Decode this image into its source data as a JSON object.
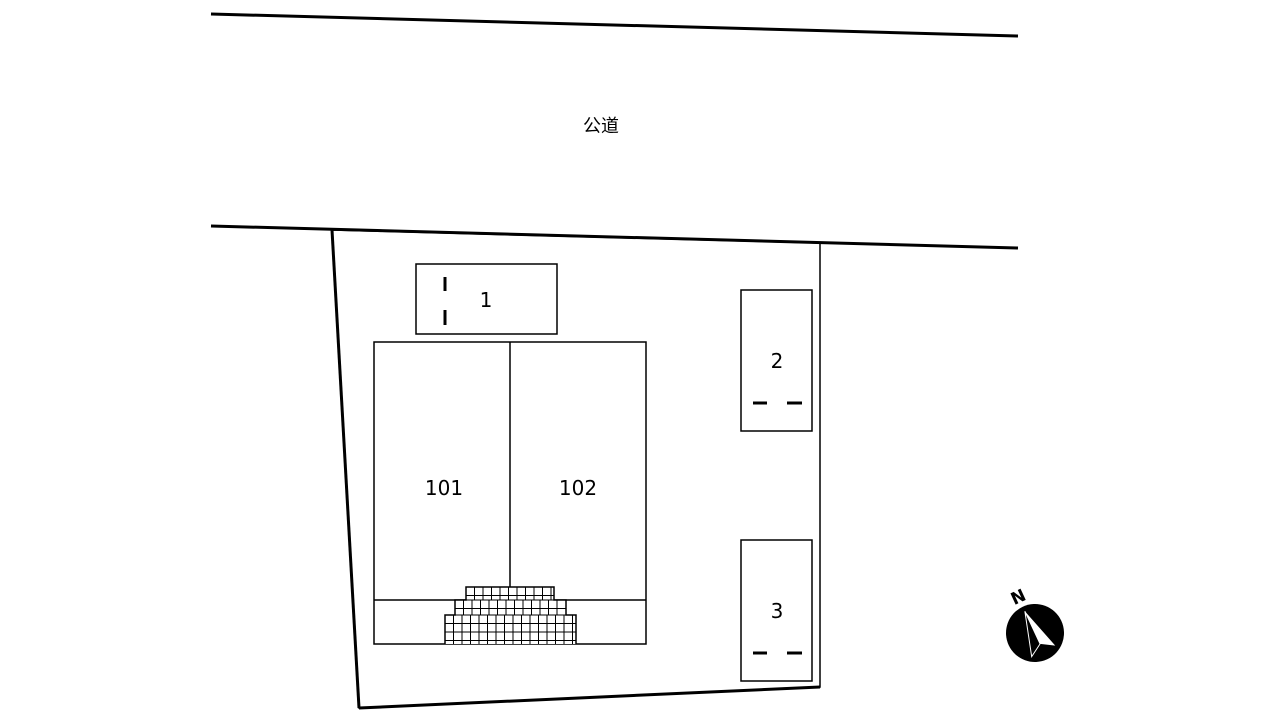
{
  "road": {
    "label": "公道"
  },
  "parking": [
    {
      "label": "1"
    },
    {
      "label": "2"
    },
    {
      "label": "3"
    }
  ],
  "units": [
    {
      "label": "101"
    },
    {
      "label": "102"
    }
  ],
  "compass": {
    "label": "N"
  },
  "colors": {
    "line": "#000000",
    "background": "#ffffff"
  }
}
